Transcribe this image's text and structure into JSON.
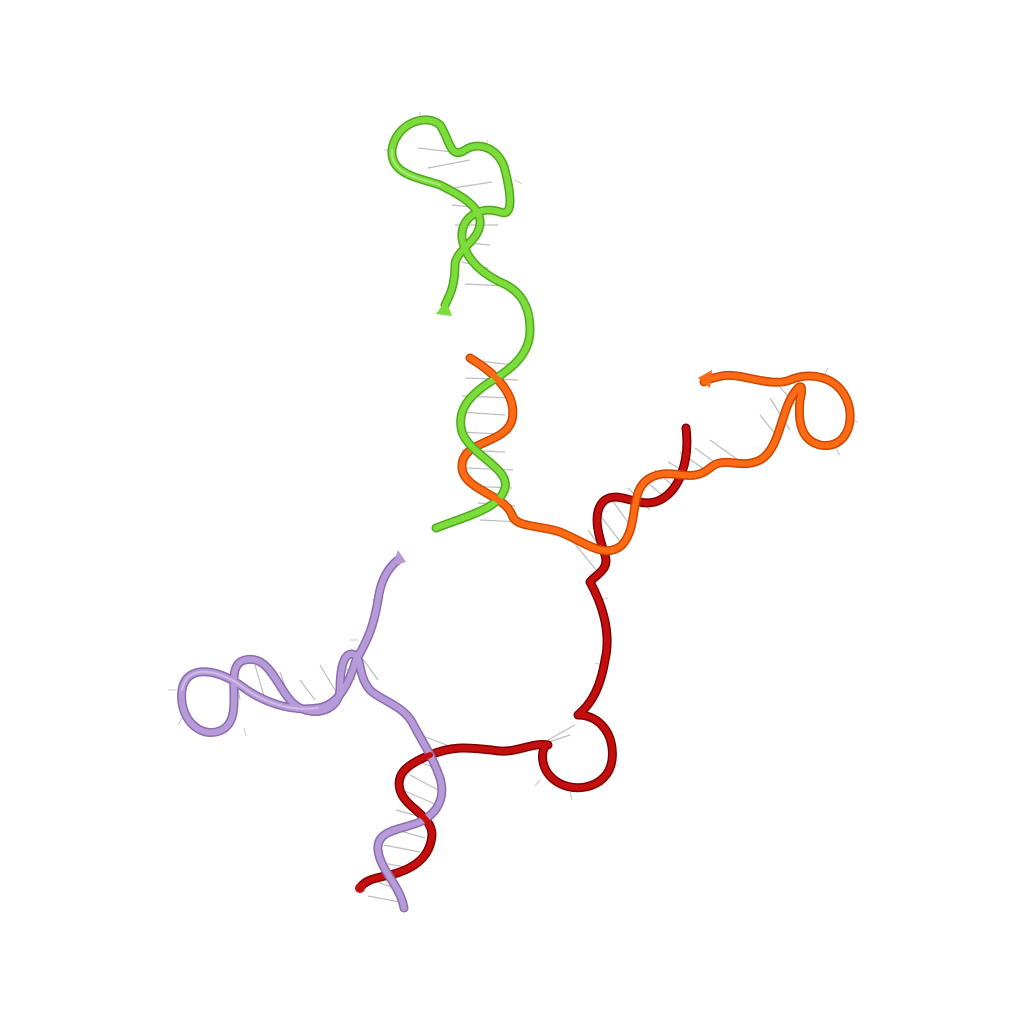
{
  "scene": {
    "subject": "",
    "background": "#ffffff"
  },
  "strands": [
    {
      "id": "green",
      "color": "#7bdc3a",
      "shade": "#4fa81e"
    },
    {
      "id": "orange",
      "color": "#ff6a14",
      "shade": "#c94700"
    },
    {
      "id": "red",
      "color": "#c40f0f",
      "shade": "#7e0000"
    },
    {
      "id": "lavender",
      "color": "#b79ad8",
      "shade": "#8a6db0"
    }
  ],
  "base_pair_color": "#bdbdbd"
}
